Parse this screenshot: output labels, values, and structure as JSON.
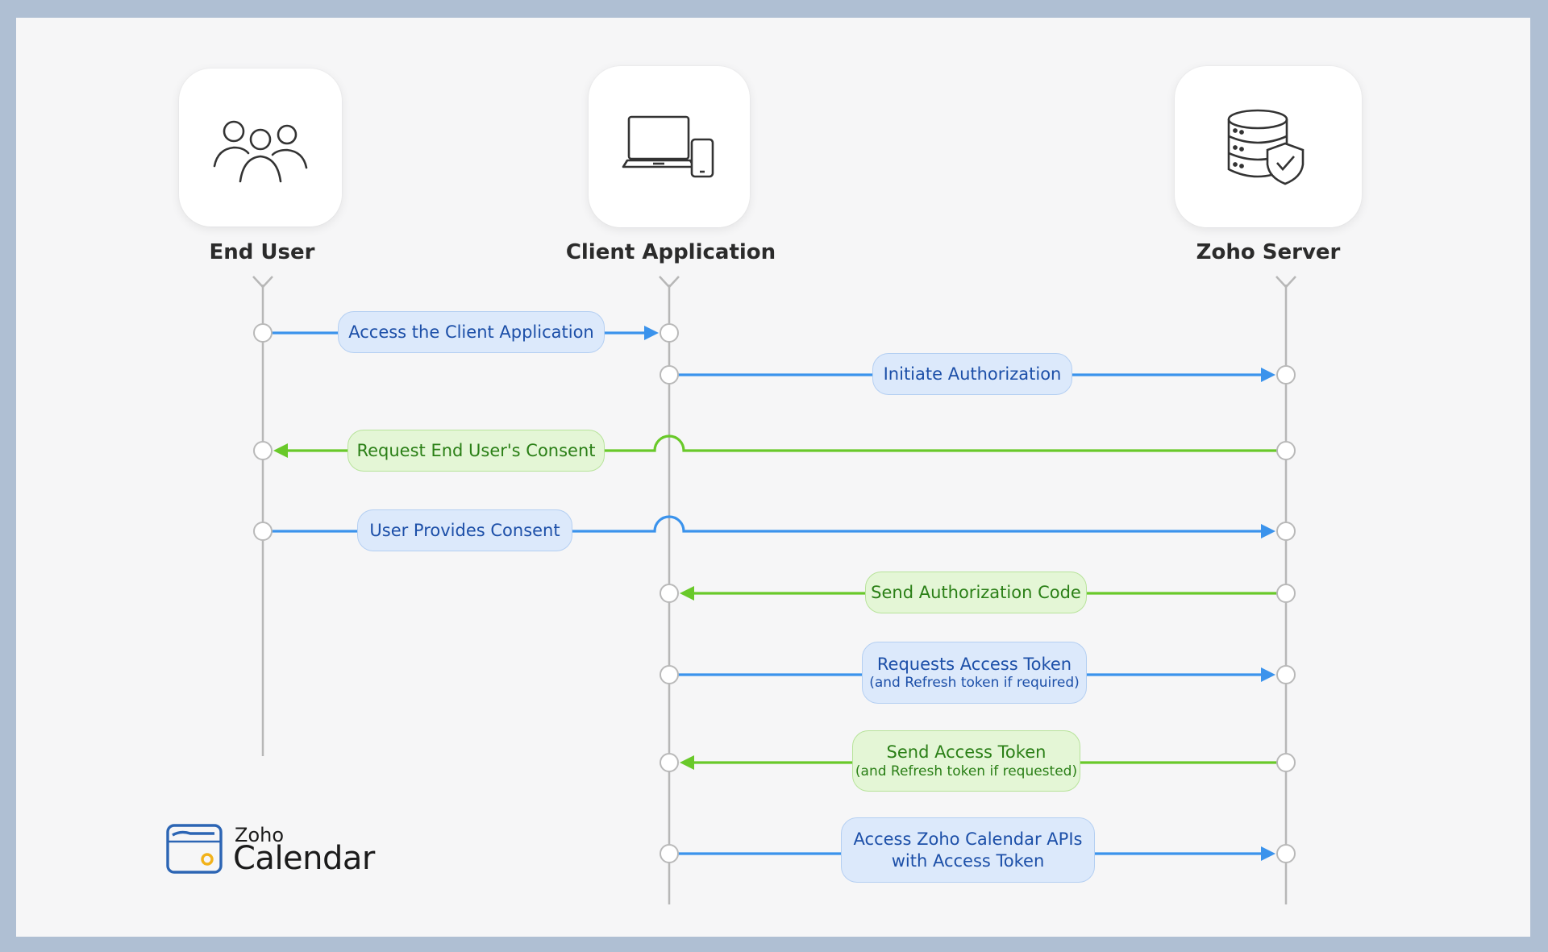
{
  "actors": [
    {
      "name": "End User",
      "icon": "users-icon"
    },
    {
      "name": "Client Application",
      "icon": "devices-icon"
    },
    {
      "name": "Zoho Server",
      "icon": "database-shield-icon"
    }
  ],
  "messages": [
    {
      "label": "Access the Client Application",
      "sub": "",
      "from": "End User",
      "to": "Client Application",
      "color": "blue"
    },
    {
      "label": "Initiate Authorization",
      "sub": "",
      "from": "Client Application",
      "to": "Zoho Server",
      "color": "blue"
    },
    {
      "label": "Request End User's Consent",
      "sub": "",
      "from": "Zoho Server",
      "to": "End User",
      "color": "green"
    },
    {
      "label": "User Provides Consent",
      "sub": "",
      "from": "End User",
      "to": "Zoho Server",
      "color": "blue"
    },
    {
      "label": "Send Authorization Code",
      "sub": "",
      "from": "Zoho Server",
      "to": "Client Application",
      "color": "green"
    },
    {
      "label": "Requests Access Token",
      "sub": "(and Refresh token if required)",
      "from": "Client Application",
      "to": "Zoho Server",
      "color": "blue"
    },
    {
      "label": "Send Access Token",
      "sub": "(and Refresh token if requested)",
      "from": "Zoho Server",
      "to": "Client Application",
      "color": "green"
    },
    {
      "label": "Access Zoho Calendar APIs",
      "sub": "with Access Token",
      "from": "Client Application",
      "to": "Zoho Server",
      "color": "blue"
    }
  ],
  "logo": {
    "brand": "Zoho",
    "product": "Calendar"
  },
  "colors": {
    "blue_arrow": "#3b93ec",
    "green_arrow": "#69c92a",
    "lifeline": "#b7b7b7",
    "background": "#afbfd3"
  }
}
